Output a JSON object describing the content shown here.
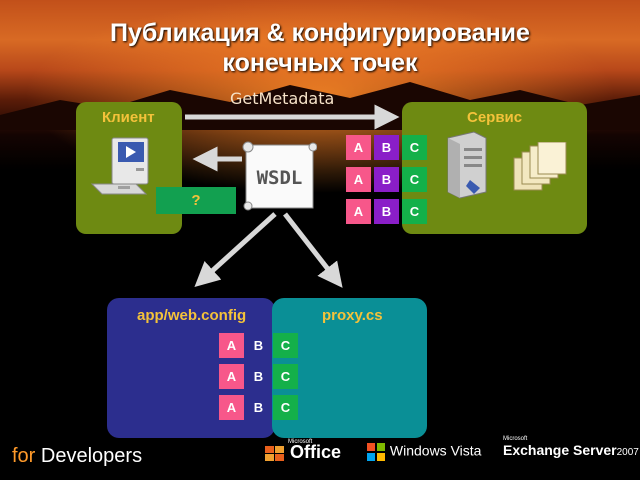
{
  "title": {
    "line1": "Публикация & конфигурирование",
    "line2": "конечных точек"
  },
  "arrow_label": "GetMetadata",
  "client": {
    "label": "Клиент",
    "unknown": "?"
  },
  "service": {
    "label": "Сервис"
  },
  "wsdl": {
    "label": "WSDL"
  },
  "abc": {
    "a": "A",
    "b": "B",
    "c": "C"
  },
  "config": {
    "label": "app/web.config"
  },
  "proxy": {
    "label": "proxy.cs"
  },
  "footer": {
    "for": "for",
    "developers": " Developers",
    "office": "Office",
    "office_ms": "Microsoft",
    "vista": "Windows Vista",
    "exchange_ms": "Microsoft",
    "exchange": "Exchange Server",
    "exchange_year": "2007"
  },
  "colors": {
    "box_green": "#6e8a12",
    "box_blue": "#2c2e8e",
    "box_teal": "#0a8f96",
    "label_yellow": "#f4c23a",
    "a_pink": "#f7578a",
    "b_purple": "#8a1ec8",
    "c_green": "#14b04a"
  }
}
